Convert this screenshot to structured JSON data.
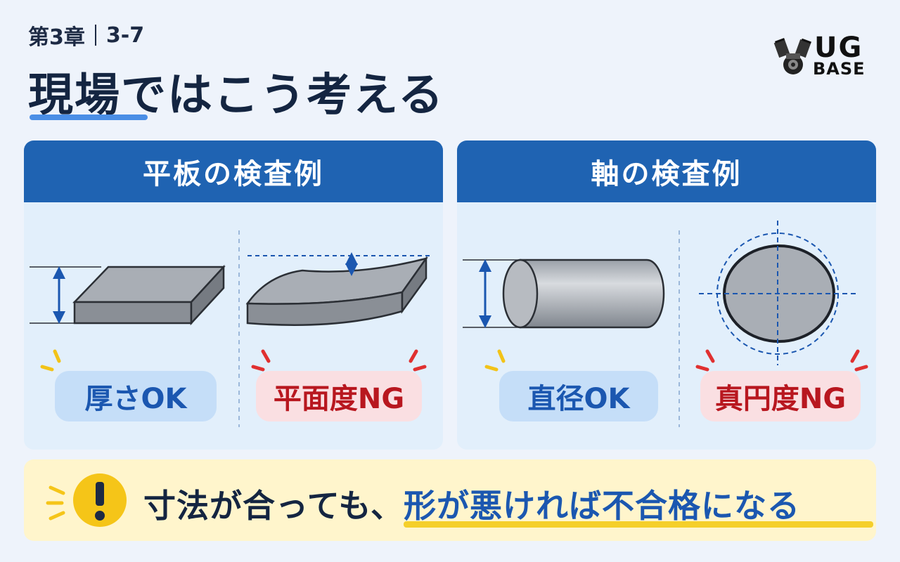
{
  "header": {
    "chapter": "第3章",
    "section": "3-7",
    "title": "現場ではこう考える"
  },
  "logo": {
    "top": "UG",
    "bottom": "BASE"
  },
  "panels": [
    {
      "title": "平板の検査例",
      "ok_label": "厚さOK",
      "ng_label": "平面度NG"
    },
    {
      "title": "軸の検査例",
      "ok_label": "直径OK",
      "ng_label": "真円度NG"
    }
  ],
  "banner": {
    "icon": "exclamation-icon",
    "text_plain": "寸法が合っても、",
    "text_highlight": "形が悪ければ不合格になる"
  },
  "colors": {
    "header_blue": "#1f63b2",
    "ok_text": "#1b57b0",
    "ng_text": "#b8171f",
    "highlight_yellow": "#f5cf2a"
  }
}
